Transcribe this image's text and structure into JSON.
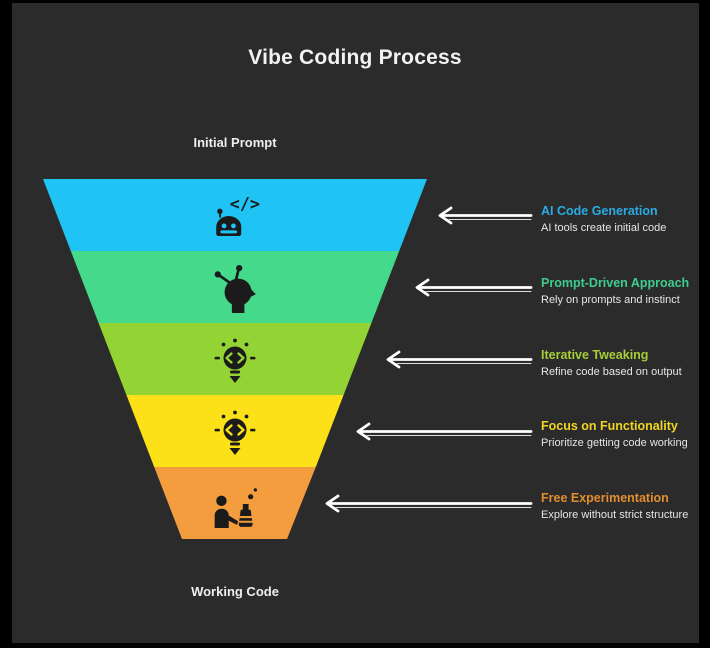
{
  "title": "Vibe Coding Process",
  "funnel": {
    "top_label": "Initial Prompt",
    "bottom_label": "Working Code"
  },
  "stages": [
    {
      "name": "AI Code Generation",
      "description": "AI tools create initial code",
      "funnel_color": "#20C4F4",
      "label_color": "#2AACE3",
      "icon": "robot-code-icon"
    },
    {
      "name": "Prompt-Driven Approach",
      "description": "Rely on prompts and instinct",
      "funnel_color": "#45D98B",
      "label_color": "#3ECE8C",
      "icon": "head-prompts-icon"
    },
    {
      "name": "Iterative Tweaking",
      "description": "Refine code based on output",
      "funnel_color": "#93D333",
      "label_color": "#A6CF38",
      "icon": "lightbulb-code-icon"
    },
    {
      "name": "Focus on Functionality",
      "description": "Prioritize getting code working",
      "funnel_color": "#FCE018",
      "label_color": "#EFD51F",
      "icon": "lightbulb-code-icon"
    },
    {
      "name": "Free Experimentation",
      "description": "Explore without strict structure",
      "funnel_color": "#F49D3F",
      "label_color": "#E08E2E",
      "icon": "person-flask-icon"
    }
  ],
  "colors": {
    "background": "#2B2B2B",
    "frame": "#000000",
    "title_text": "#F2F2F2",
    "description_text": "#E6E6E6",
    "arrow": "#FFFFFF",
    "icon_ink": "#1B1B1B"
  }
}
